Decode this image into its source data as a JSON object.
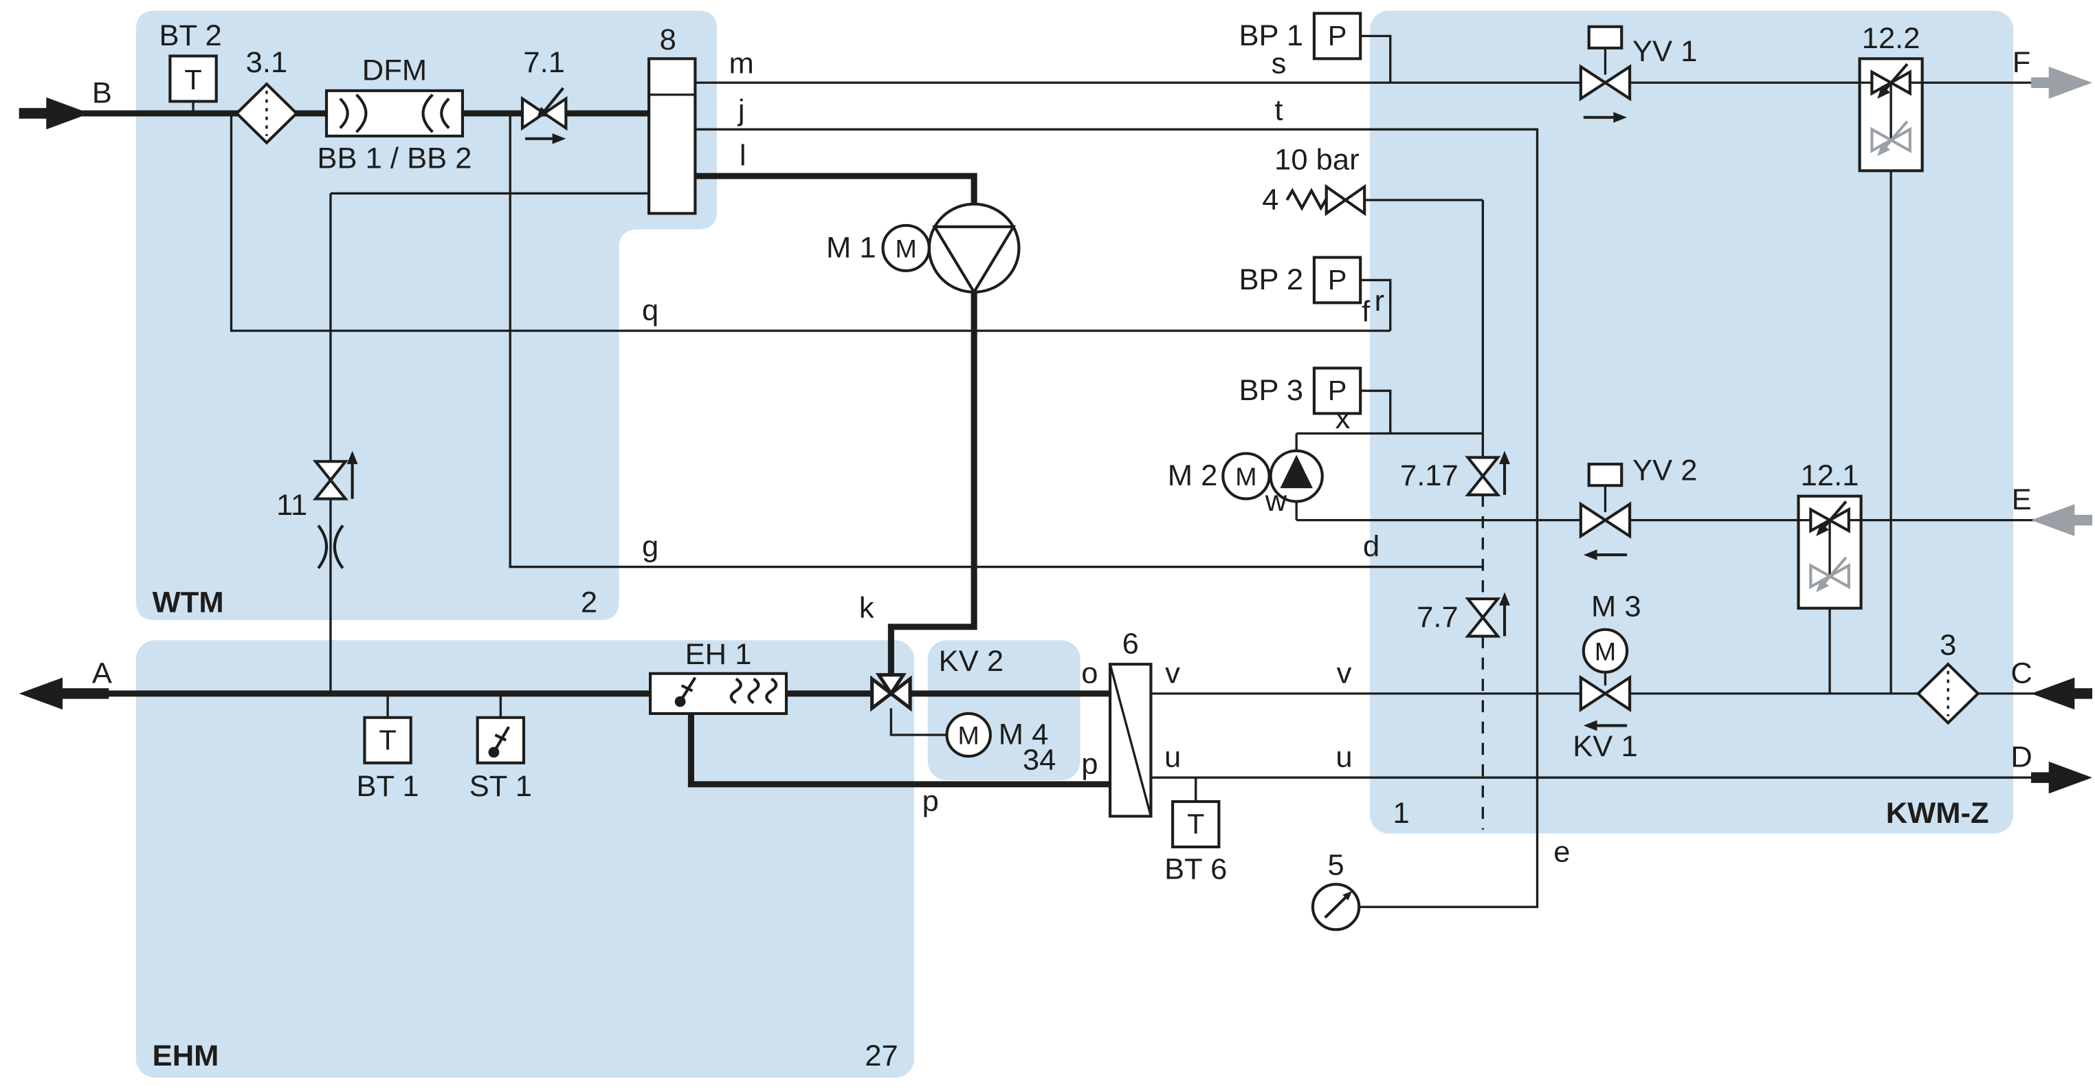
{
  "diagram": {
    "regions": {
      "wtm": {
        "name": "WTM",
        "number": "2"
      },
      "ehm": {
        "name": "EHM",
        "number": "27"
      },
      "kwmz": {
        "name": "KWM-Z",
        "number": "1"
      },
      "kv2": {
        "name": "KV 2",
        "number": "34"
      }
    },
    "ports": {
      "a": "A",
      "b": "B",
      "c": "C",
      "d": "D",
      "e": "E",
      "f": "F"
    },
    "sensors": {
      "bt1": "BT 1",
      "bt2": "BT 2",
      "bt6": "BT 6",
      "st1": "ST 1",
      "bp1": "BP 1",
      "bp2": "BP 2",
      "bp3": "BP 3",
      "temp_symbol": "T",
      "pressure_symbol": "P"
    },
    "equipment": {
      "filter_inlet": "3.1",
      "filter_return": "3",
      "flow_meter": "DFM",
      "flow_meter_sub": "BB 1 / BB 2",
      "check_valve": "7.1",
      "vessel": "8",
      "motor1": "M 1",
      "motor2": "M 2",
      "motor3": "M 3",
      "motor4": "M 4",
      "motor_symbol": "M",
      "valve11": "11",
      "valve717": "7.17",
      "valve77": "7.7",
      "safety_valve": "4",
      "safety_valve_setting": "10 bar",
      "solenoid1": "YV 1",
      "solenoid2": "YV 2",
      "control_valve1": "KV 1",
      "unit122": "12.2",
      "unit121": "12.1",
      "heater": "EH 1",
      "heat_exchanger": "6",
      "gauge": "5"
    },
    "lines": {
      "m": "m",
      "j": "j",
      "l": "l",
      "q": "q",
      "g": "g",
      "s": "s",
      "t": "t",
      "r": "r",
      "f": "f",
      "x": "x",
      "w": "w",
      "d": "d",
      "k": "k",
      "o": "o",
      "p": "p",
      "u": "u",
      "v": "v",
      "e": "e"
    }
  }
}
